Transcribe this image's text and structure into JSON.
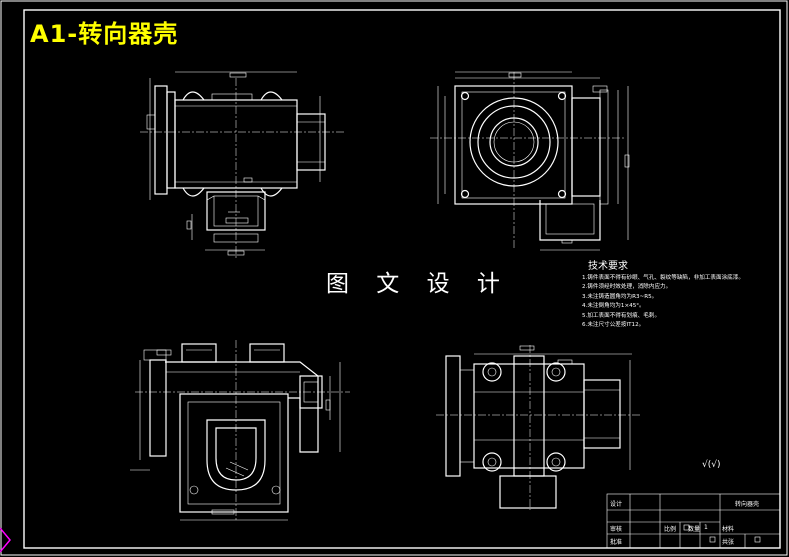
{
  "drawing": {
    "title": "A1-转向器壳",
    "watermark": "图 文 设 计",
    "colors": {
      "background": "#000000",
      "lines": "#ffffff",
      "title": "#ffff00",
      "border_mark": "#ff00ff"
    }
  },
  "tech_requirements": {
    "heading": "技术要求",
    "items": [
      "1.铸件表面不得有砂眼、气孔、裂纹等缺陷，非加工表面涂底漆。",
      "2.铸件须经时效处理，消除内应力。",
      "3.未注铸造圆角均为R3~R5。",
      "4.未注倒角均为1×45°。",
      "5.加工表面不得有划痕、毛刺。",
      "6.未注尺寸公差按IT12。"
    ]
  },
  "roughness_note": "√(√)",
  "title_block": {
    "part_name": "转向器壳",
    "scale_label": "比例",
    "qty_label": "数量",
    "qty_value": "1",
    "material_label": "材料",
    "sheet_label": "共张",
    "drawn_label": "设计",
    "checked_label": "审核",
    "approved_label": "批准"
  }
}
